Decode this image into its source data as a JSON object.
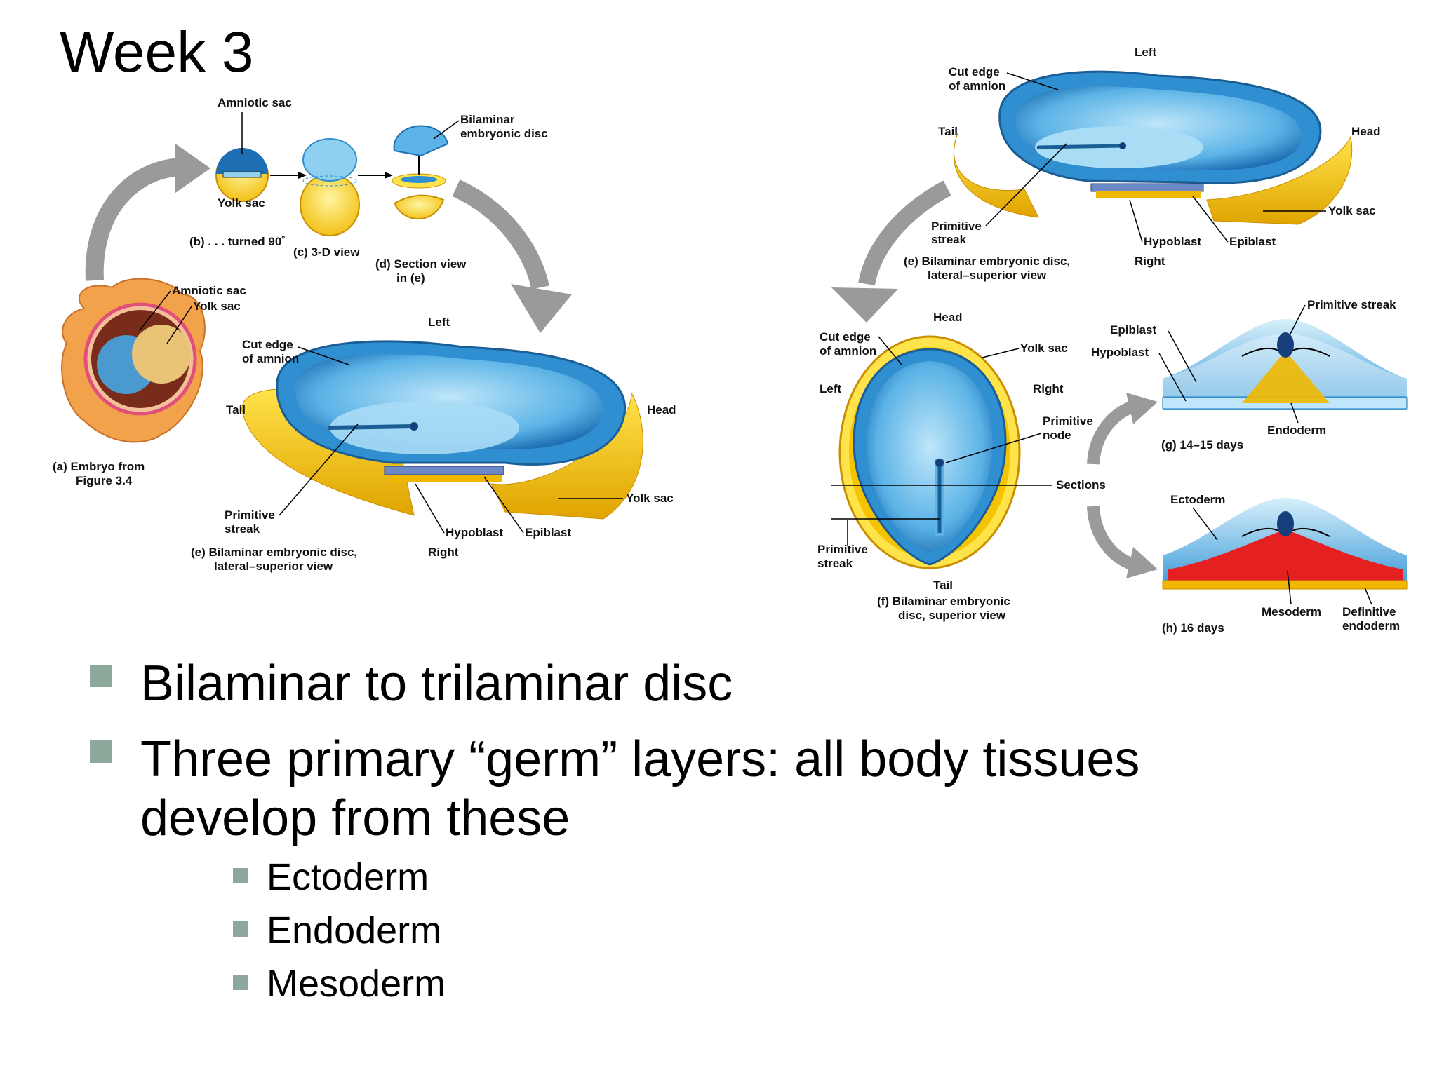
{
  "slide": {
    "title": "Week 3",
    "bullets": [
      "Bilaminar to trilaminar disc",
      "Three primary “germ” layers:  all body tissues",
      "develop from these"
    ],
    "sub_bullets": [
      "Ectoderm",
      "Endoderm",
      "Mesoderm"
    ]
  },
  "left_figure": {
    "amniotic_sac_top": "Amniotic sac",
    "bilaminar_disc_top": "Bilaminar",
    "bilaminar_disc_top_2": "embryonic disc",
    "yolk_sac_b": "Yolk sac",
    "caption_b": "(b) . . . turned 90˚",
    "caption_c": "(c) 3-D view",
    "caption_d": "(d) Section view",
    "caption_d_2": "in (e)",
    "amniotic_sac_a": "Amniotic sac",
    "yolk_sac_a": "Yolk sac",
    "caption_a": "(a) Embryo from",
    "caption_a_2": "Figure 3.4",
    "left": "Left",
    "cut_edge": "Cut edge",
    "cut_edge_2": "of amnion",
    "tail": "Tail",
    "head": "Head",
    "yolk_sac_e": "Yolk sac",
    "primitive_streak": "Primitive",
    "primitive_streak_2": "streak",
    "hypoblast": "Hypoblast",
    "epiblast": "Epiblast",
    "caption_e": "(e) Bilaminar embryonic disc,",
    "caption_e_2": "lateral–superior view",
    "right": "Right"
  },
  "right_figure": {
    "left": "Left",
    "cut_edge": "Cut edge",
    "cut_edge_2": "of amnion",
    "tail": "Tail",
    "head": "Head",
    "yolk_sac": "Yolk sac",
    "primitive_streak": "Primitive",
    "primitive_streak_2": "streak",
    "hypoblast": "Hypoblast",
    "epiblast": "Epiblast",
    "caption_e": "(e) Bilaminar embryonic disc,",
    "caption_e_2": "lateral–superior view",
    "right": "Right",
    "f_head": "Head",
    "f_cut_edge": "Cut edge",
    "f_cut_edge_2": "of amnion",
    "f_yolk_sac": "Yolk sac",
    "f_left": "Left",
    "f_right": "Right",
    "f_primitive_node": "Primitive",
    "f_primitive_node_2": "node",
    "f_sections": "Sections",
    "f_primitive_streak": "Primitive",
    "f_primitive_streak_2": "streak",
    "f_tail": "Tail",
    "caption_f": "(f) Bilaminar embryonic",
    "caption_f_2": "disc, superior view",
    "g_primitive_streak": "Primitive streak",
    "g_epiblast": "Epiblast",
    "g_hypoblast": "Hypoblast",
    "g_endoderm": "Endoderm",
    "caption_g": "(g) 14–15 days",
    "h_ectoderm": "Ectoderm",
    "h_mesoderm": "Mesoderm",
    "h_definitive_endoderm": "Definitive",
    "h_definitive_endoderm_2": "endoderm",
    "caption_h": "(h) 16 days"
  },
  "colors": {
    "amnion_blue": "#2f8fd0",
    "disc_light_blue": "#8fd0f0",
    "yolk_yellow": "#f5c400",
    "embryo_orange": "#f1a24a",
    "mesoderm_red": "#e52020",
    "arrow_gray": "#9a9a9a",
    "bullet": "#8ca89a"
  }
}
